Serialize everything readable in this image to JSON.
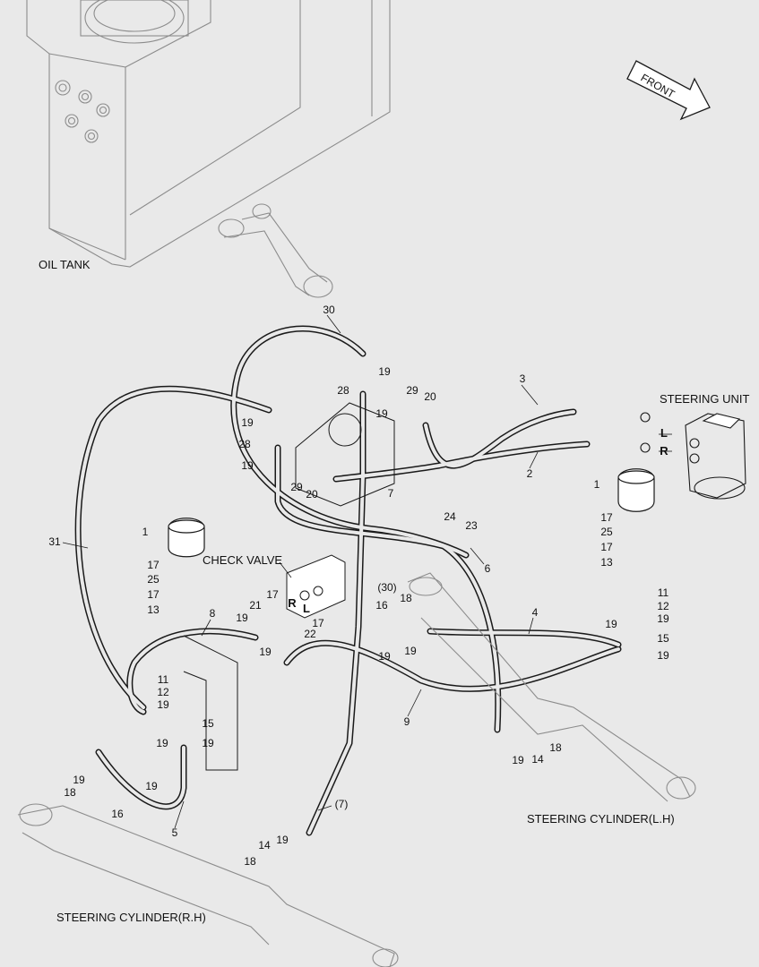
{
  "components": {
    "oil_tank": "OIL TANK",
    "steering_unit": "STEERING UNIT",
    "check_valve": "CHECK VALVE",
    "cyl_rh": "STEERING CYLINDER(R.H)",
    "cyl_lh": "STEERING CYLINDER(L.H)",
    "front": "FRONT"
  },
  "ports": {
    "L": "L",
    "R": "R",
    "valve_R": "R",
    "valve_L": "L"
  },
  "callouts": [
    "30",
    "19",
    "28",
    "19",
    "29",
    "20",
    "3",
    "19",
    "28",
    "19",
    "29",
    "20",
    "2",
    "7",
    "1",
    "17",
    "25",
    "17",
    "13",
    "24",
    "23",
    "6",
    "31",
    "1",
    "17",
    "25",
    "17",
    "13",
    "(30)",
    "17",
    "21",
    "19",
    "19",
    "22",
    "17",
    "18",
    "16",
    "19",
    "19",
    "4",
    "11",
    "12",
    "19",
    "19",
    "15",
    "19",
    "8",
    "11",
    "12",
    "19",
    "15",
    "19",
    "19",
    "9",
    "19",
    "14",
    "18",
    "19",
    "18",
    "16",
    "19",
    "5",
    "(7)",
    "14",
    "19",
    "18"
  ],
  "colors": {
    "background": "#e9e9e9",
    "line": "#1a1a1a",
    "ghost": "#8c8c8c"
  }
}
